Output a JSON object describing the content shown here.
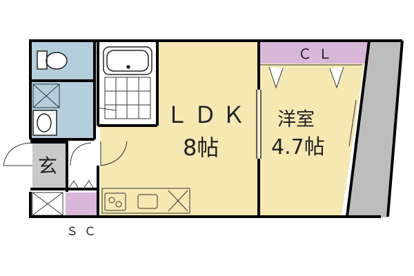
{
  "rooms": {
    "ldk": {
      "name": "ＬＤＫ",
      "size": "8帖",
      "color": "#f5e8b3"
    },
    "western_room": {
      "name": "洋室",
      "size": "4.7帖",
      "color": "#f5e8b3"
    },
    "closet": {
      "name": "ＣＬ",
      "color": "#d8b7d8"
    },
    "entrance": {
      "name": "玄"
    },
    "shoe_closet": {
      "name": "ＳＣ",
      "color": "#d8b7d8"
    }
  },
  "colors": {
    "wet_area": "#b5cedb",
    "balcony": "#bdbdbd",
    "entrance": "#c9c9c9",
    "wall": "#000000"
  }
}
